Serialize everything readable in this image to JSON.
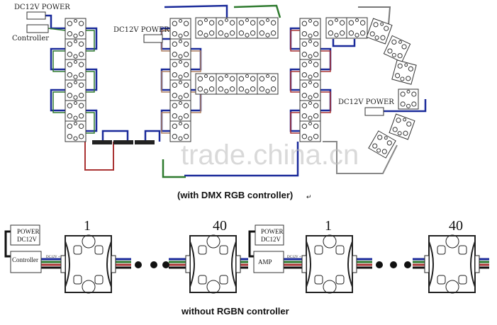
{
  "top": {
    "power_label_1": "DC12V POWER",
    "controller_label": "Controller",
    "power_label_2": "DC12V POWER",
    "power_label_3": "DC12V POWER",
    "caption": "(with DMX RGB controller)",
    "watermark": "trade.china.cn"
  },
  "bottom": {
    "power_box_1": [
      "POWER",
      "DC12V"
    ],
    "controller_box": "Controller",
    "power_box_2": [
      "POWER",
      "DC12V"
    ],
    "amp_box": "AMP",
    "connector_label": "DC12V +",
    "first_index": "1",
    "last_index": "40",
    "caption": "without RGBN controller"
  },
  "colors": {
    "blue": "#1a2a9a",
    "green": "#2e7a2e",
    "red": "#a33",
    "black": "#111",
    "brown": "#b08060"
  }
}
